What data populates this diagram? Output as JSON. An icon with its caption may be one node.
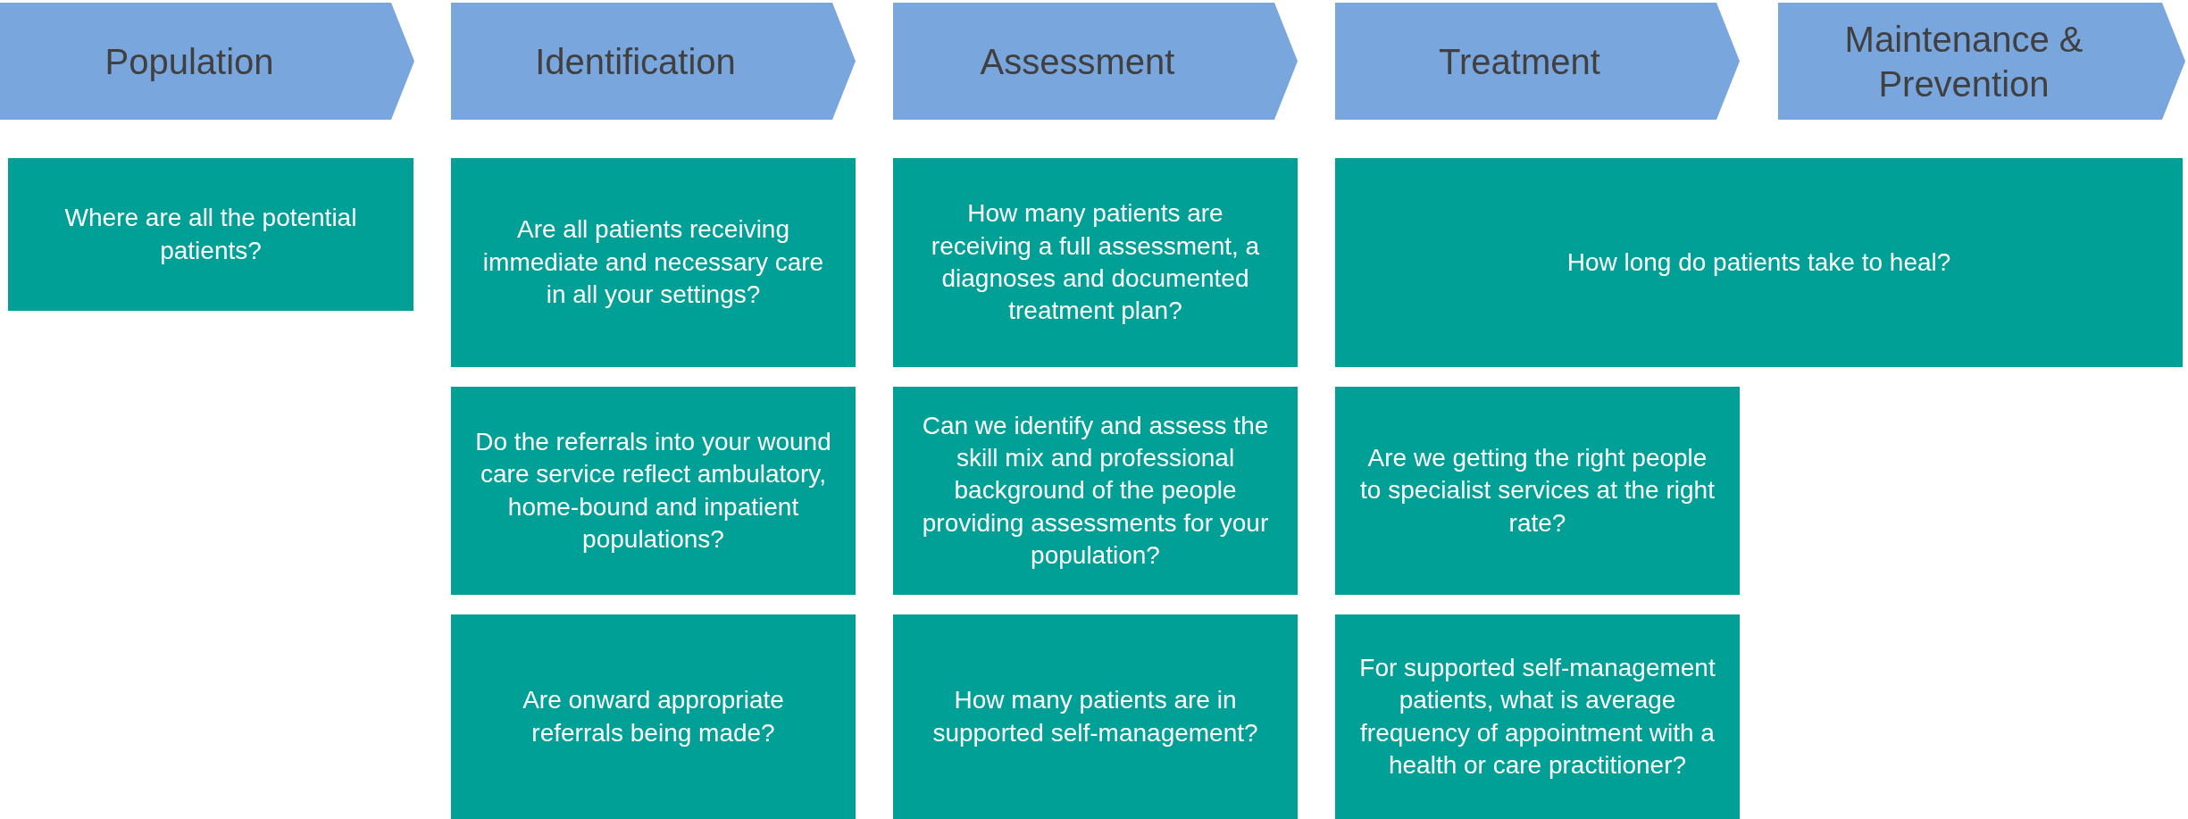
{
  "diagram": {
    "nodes": [
      {
        "text": [
          "Population"
        ]
      },
      {
        "text": [
          "Identification"
        ]
      },
      {
        "text": [
          "Assessment"
        ]
      },
      {
        "text": [
          "Treatment"
        ]
      },
      {
        "text": [
          "Maintenance & Prevention"
        ]
      },
      {
        "text": [
          "Where are all the potential patients?"
        ]
      },
      {
        "text": [
          "Are all patients receiving immediate and necessary care in all your settings?"
        ]
      },
      {
        "text": [
          "How many patients are receiving a full assessment, a diagnoses and documented treatment plan?"
        ]
      },
      {
        "text": [
          "How long do patients take to heal?"
        ]
      },
      {
        "text": [
          "Do the referrals into your wound care service reflect ambulatory, home-bound and inpatient populations?"
        ]
      },
      {
        "text": [
          "Can we identify and assess the skill mix and professional background of the people providing assessments for your population?"
        ]
      },
      {
        "text": [
          "Are we getting the right people to specialist services at the right rate?"
        ]
      },
      {
        "text": [
          "Are onward appropriate referrals being made?"
        ]
      },
      {
        "text": [
          "How many patients are in supported self-management?"
        ]
      },
      {
        "text": [
          "For supported self-management patients, what is average frequency of appointment with a health or care practitioner?"
        ]
      }
    ],
    "edges": []
  }
}
